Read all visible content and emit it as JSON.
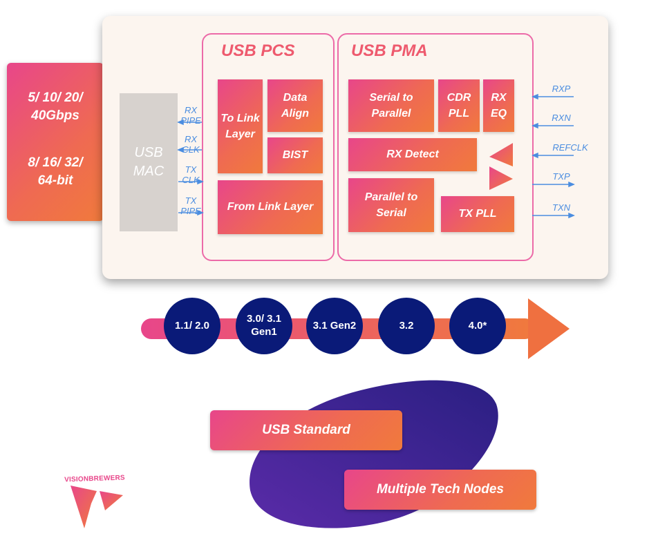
{
  "speed_panel": {
    "line1": "5/ 10/ 20/\n40Gbps",
    "line2": "8/ 16/ 32/\n64-bit"
  },
  "mac": {
    "label": "USB\nMAC"
  },
  "pcs": {
    "title": "USB PCS",
    "to_link_layer": "To Link\nLayer",
    "data_align": "Data\nAlign",
    "bist": "BIST",
    "from_link_layer": "From Link Layer"
  },
  "pma": {
    "title": "USB PMA",
    "serial_to_parallel": "Serial to\nParallel",
    "cdr_pll": "CDR\nPLL",
    "rx_eq": "RX\nEQ",
    "rx_detect": "RX Detect",
    "parallel_to_serial": "Parallel to\nSerial",
    "tx_pll": "TX PLL"
  },
  "interface_signals": [
    "RX\nPIPE",
    "RX\nCLK",
    "TX\nCLK",
    "TX\nPIPE"
  ],
  "io_signals": [
    "RXP",
    "RXN",
    "REFCLK",
    "TXP",
    "TXN"
  ],
  "versions": [
    "1.1/ 2.0",
    "3.0/ 3.1\nGen1",
    "3.1 Gen2",
    "3.2",
    "4.0*"
  ],
  "bottom": {
    "usb_standard": "USB Standard",
    "tech_nodes": "Multiple Tech Nodes"
  },
  "logo": {
    "text": "VISIONBREWERS"
  },
  "colors": {
    "gradient_start": "#e8468a",
    "gradient_end": "#f07a3c",
    "signal": "#4b8de0",
    "circle": "#0a1a78",
    "blob": "#4a2a9a",
    "arrow": "#ef7040"
  }
}
